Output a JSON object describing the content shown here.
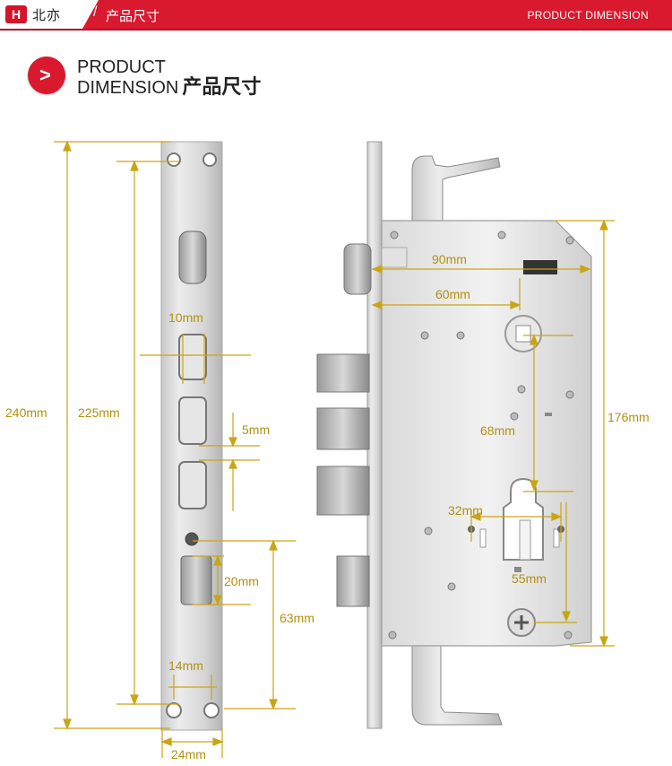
{
  "header": {
    "logo_mark": "H",
    "brand_name": "北亦",
    "slash": "/",
    "section_cn": "产品尺寸",
    "section_en": "PRODUCT DIMENSION"
  },
  "title": {
    "arrow": ">",
    "line1": "PRODUCT",
    "line2": "DIMENSION",
    "cn": "产品尺寸"
  },
  "faceplate_dimensions": {
    "total_height": "240mm",
    "hole_spacing": "225mm",
    "slot_width": "10mm",
    "slot_gap": "5mm",
    "bolt_height": "20mm",
    "bolt_to_bottom": "63mm",
    "bottom_hole_spacing": "14mm",
    "plate_width": "24mm"
  },
  "body_dimensions": {
    "body_width": "90mm",
    "backset": "60mm",
    "handle_to_cylinder": "68mm",
    "cylinder_width": "32mm",
    "cylinder_to_screw": "55mm",
    "body_height": "176mm"
  },
  "colors": {
    "brand_red": "#d8192e",
    "dimension_line": "#c9a514"
  }
}
